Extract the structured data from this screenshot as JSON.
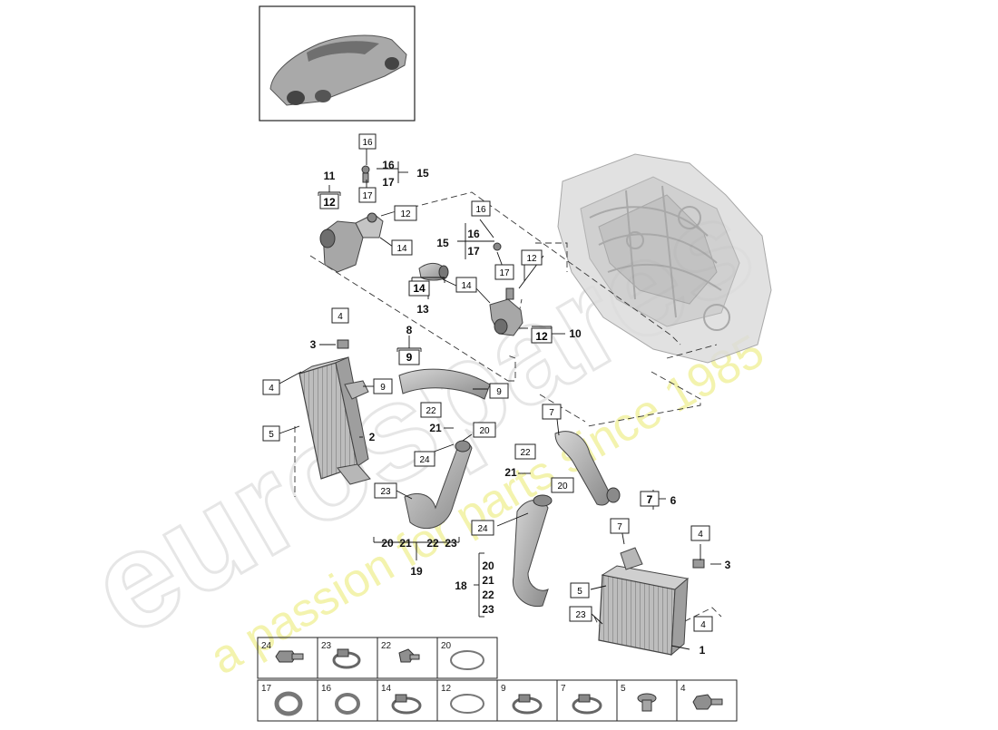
{
  "watermark": {
    "brand": "eurospares",
    "tagline": "a passion for parts since 1985"
  },
  "callouts": {
    "c1": "1",
    "c2": "2",
    "c3a": "3",
    "c3b": "3",
    "b4a": "4",
    "b4b": "4",
    "b4c": "4",
    "b4d": "4",
    "b5a": "5",
    "b5b": "5",
    "c6": "6",
    "b7a": "7",
    "b7b": "7",
    "b7c": "7",
    "c8": "8",
    "b9a": "9",
    "b9b": "9",
    "b9c": "9",
    "c10": "10",
    "c11": "11",
    "b12a": "12",
    "b12b": "12",
    "b12c": "12",
    "b12d": "12",
    "c13": "13",
    "b14a": "14",
    "b14b": "14",
    "b14c": "14",
    "c15a": "15",
    "c15b": "15",
    "b16a": "16",
    "b16b": "16",
    "c16a": "16",
    "c16b": "16",
    "b17a": "17",
    "b17b": "17",
    "c17a": "17",
    "c17b": "17",
    "c18": "18",
    "c19": "19",
    "b20a": "20",
    "b20b": "20",
    "g19_20": "20",
    "g19_21": "21",
    "g19_22": "22",
    "g19_23": "23",
    "g18_20": "20",
    "g18_21": "21",
    "g18_22": "22",
    "g18_23": "23",
    "c21a": "21",
    "c21b": "21",
    "b22a": "22",
    "b22b": "22",
    "b23a": "23",
    "b23b": "23",
    "b24a": "24",
    "b24b": "24"
  },
  "parts_table": {
    "row1": [
      "24",
      "23",
      "22",
      "20"
    ],
    "row2": [
      "17",
      "16",
      "14",
      "12",
      "9",
      "7",
      "5",
      "4"
    ]
  }
}
